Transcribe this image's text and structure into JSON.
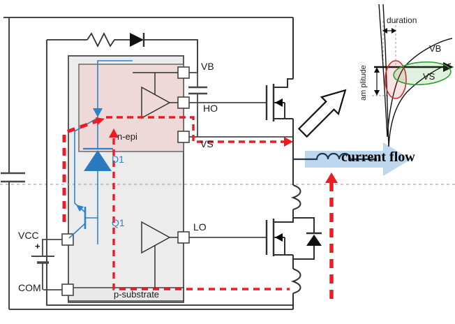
{
  "colors": {
    "wire": "#474747",
    "device": "#303030",
    "trace_red": "#ed1c24",
    "parasitic_blue": "#2e83c6",
    "d1_fill": "#2a7abf",
    "ic_fill": "#ececec",
    "ic_border": "#4a4a4a",
    "nepi_fill": "#eed9d8",
    "psub_fill": "#e9e9e9",
    "flow_arrow_fill": "#bdd7ee",
    "inductor": "#1c3750",
    "ellipse_red": "#d42a2a",
    "ellipse_green": "#2ca02c",
    "dashed_gray": "#aaaaaa"
  },
  "pins": {
    "vb": "VB",
    "ho": "HO",
    "vs": "VS",
    "lo": "LO",
    "vcc": "VCC",
    "com": "COM"
  },
  "regions": {
    "n_epi": "n-epi",
    "p_substrate": "p-substrate"
  },
  "parasitics": {
    "d1": "D1",
    "q1": "Q1"
  },
  "battery": {
    "plus": "+"
  },
  "annotations": {
    "current_flow": "current flow"
  },
  "inset": {
    "duration": "duration",
    "amplitude": "am plitude",
    "vb": "VB",
    "vs": "VS"
  }
}
